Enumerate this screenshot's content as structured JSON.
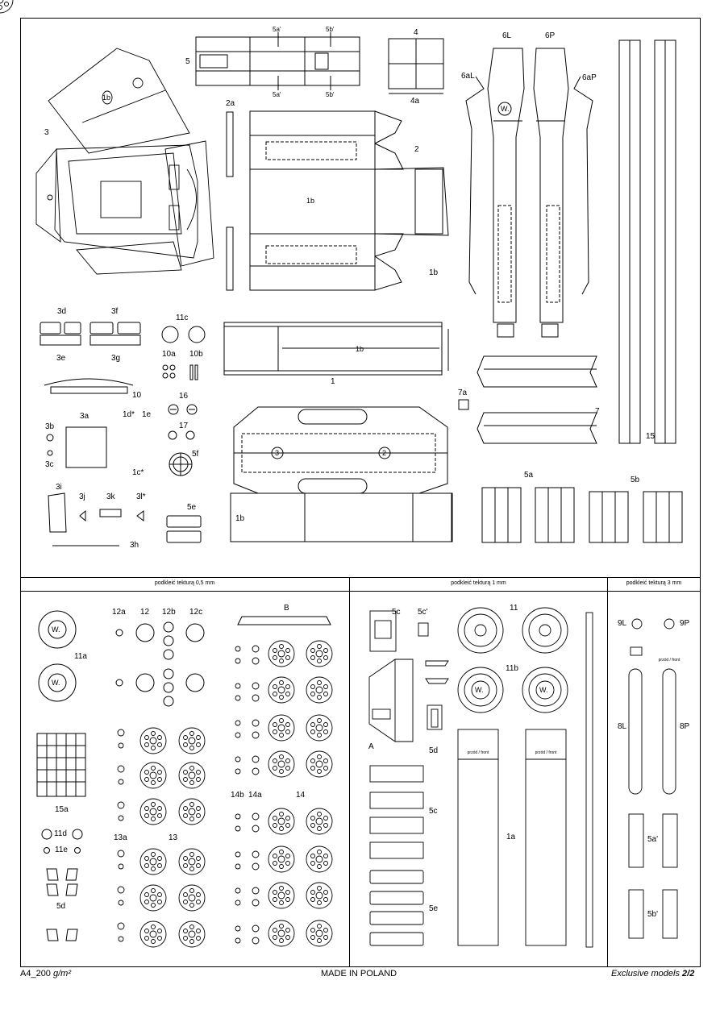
{
  "sheet": {
    "part_labels": {
      "p3": "3",
      "p1b_roof": "1b",
      "p4": "4",
      "p4a": "4a",
      "p5": "5",
      "p5a_top": "5a'",
      "p5b_top": "5b'",
      "p5a_bot": "5a'",
      "p5b_bot": "5b'",
      "p2a": "2a",
      "p2": "2",
      "p1b_hull": "1b",
      "p1b_small": "1b",
      "p6L": "6L",
      "p6P": "6P",
      "p6aL": "6aL",
      "p6aP": "6aP",
      "p15": "15",
      "p3d": "3d",
      "p3f": "3f",
      "p3e": "3e",
      "p3g": "3g",
      "p11c": "11c",
      "p10a": "10a",
      "p10b": "10b",
      "p10": "10",
      "p1": "1",
      "p1b_floor": "1b",
      "p16": "16",
      "p17": "17",
      "p1d": "1d*",
      "p1e": "1e",
      "p3a": "3a",
      "p3b": "3b",
      "p3c": "3c",
      "p1c": "1c*",
      "p5f": "5f",
      "p7a": "7a",
      "p7": "7",
      "p3_circle": "3",
      "p2_circle": "2",
      "p3i": "3i",
      "p3j": "3j",
      "p3k": "3k",
      "p3l": "3l*",
      "p5e": "5e",
      "p1b_rear": "1b",
      "p5a": "5a",
      "p5b": "5b"
    },
    "section_headers": {
      "cardboard_05": "podkleić tekturą 0,5 mm",
      "cardboard_1": "podkleić tekturą 1 mm",
      "cardboard_3": "podkleić tekturą 3 mm"
    },
    "lower_labels": {
      "p11a": "11a",
      "w1": "W.",
      "w2": "W.",
      "p12a": "12a",
      "p12": "12",
      "p12b": "12b",
      "p12c": "12c",
      "pB": "B",
      "p15a": "15a",
      "p11d": "11d",
      "p11e": "11e",
      "p5d_left": "5d",
      "p13a": "13a",
      "p13": "13",
      "p14b": "14b",
      "p14a": "14a",
      "p14": "14",
      "p5c": "5c",
      "p5c_prime": "5c'",
      "pA": "A",
      "p5d": "5d",
      "p5c_strips": "5c",
      "p5e_strips": "5e",
      "p11": "11",
      "p11b": "11b",
      "w3": "W.",
      "w4": "W.",
      "p1a": "1a",
      "front1": "przód / front",
      "front2": "przód / front",
      "p9L": "9L",
      "p9P": "9P",
      "p8L": "8L",
      "p8P": "8P",
      "front3": "przód / front",
      "p5a_prime": "5a'",
      "p5b_prime": "5b'",
      "w_roof": "W."
    },
    "footer": {
      "format": "A4_200",
      "unit": "g/m²",
      "made_in": "MADE IN POLAND",
      "brand": "Exclusive models",
      "page": "2/2"
    }
  }
}
